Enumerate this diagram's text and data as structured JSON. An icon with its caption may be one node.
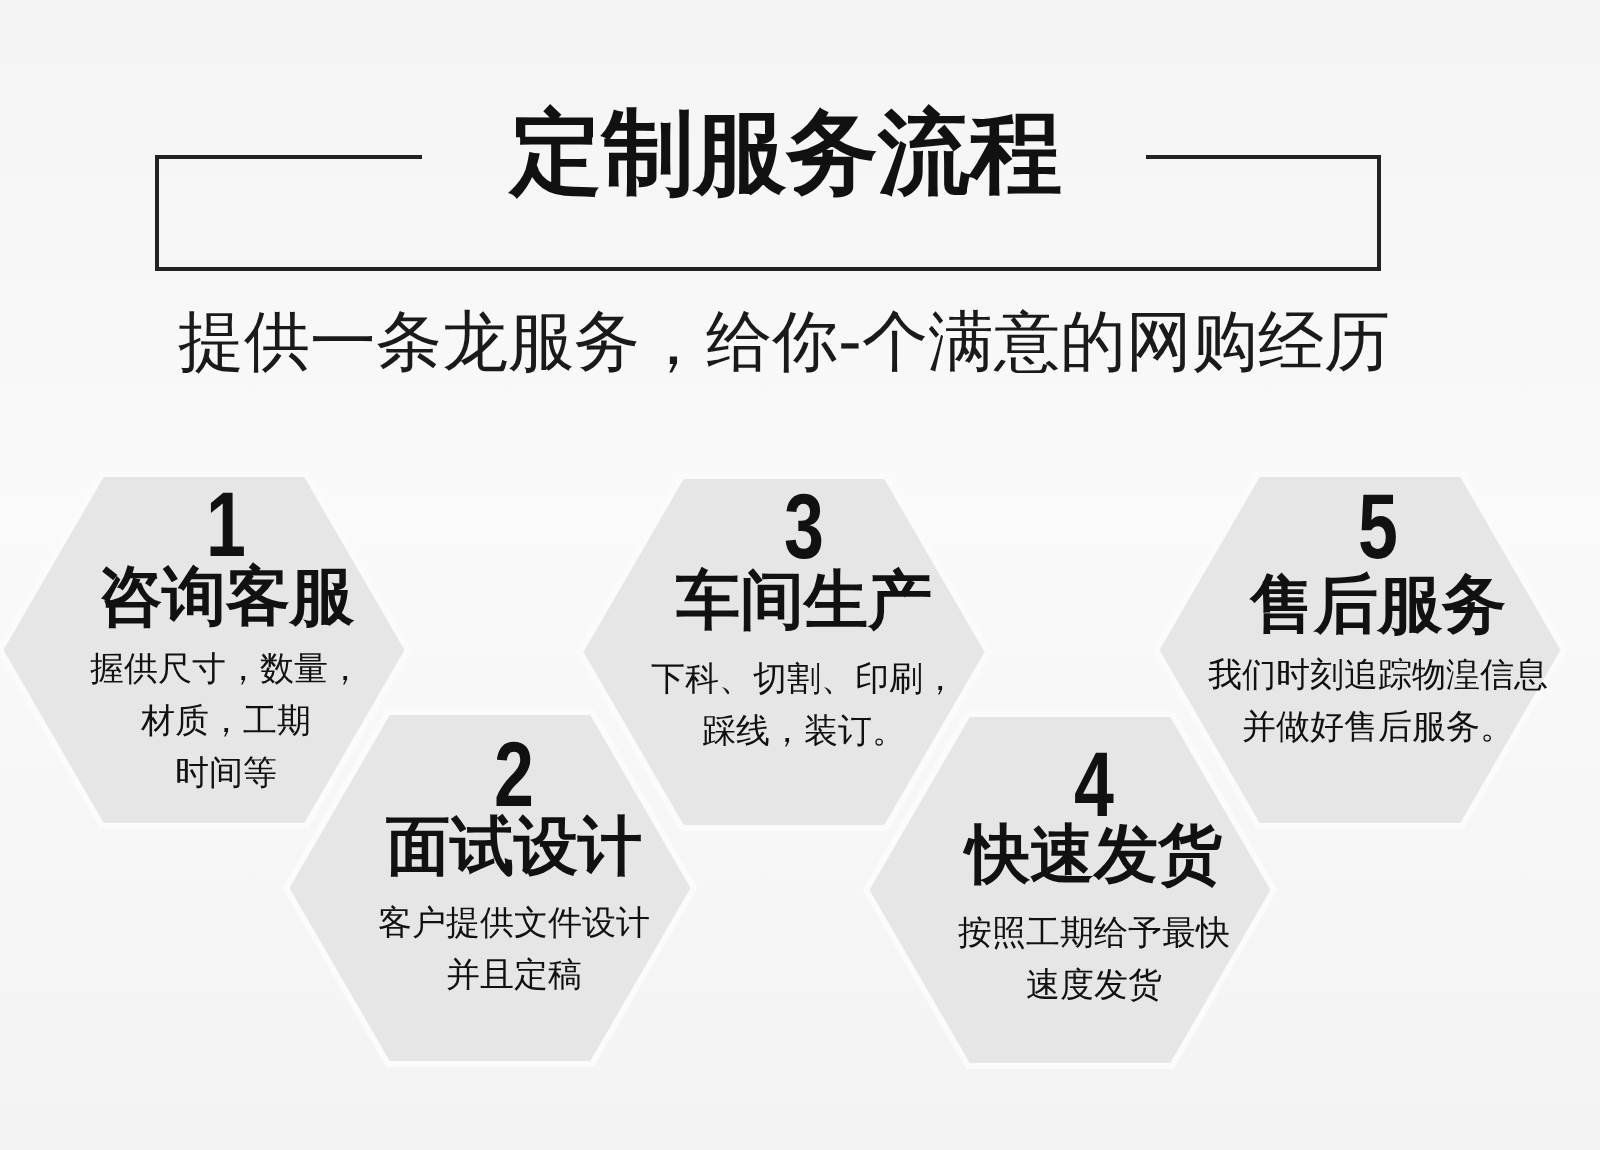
{
  "diagram": {
    "title": "定制服务流程",
    "nodes": [
      {
        "text": [
          "1",
          "咨询客服",
          "握供尺寸，数量，材质，工期时间等"
        ]
      },
      {
        "text": [
          "2",
          "面试设计",
          "客户提供文件设计并且定稿"
        ]
      },
      {
        "text": [
          "3",
          "车间生产",
          "下科、切割、印刷，踩线，装订。"
        ]
      },
      {
        "text": [
          "4",
          "快速发货",
          "按照工期给予最快速度发货"
        ]
      },
      {
        "text": [
          "5",
          "售后服务",
          "我们时刻追踪物湟信息并做好售后服务。"
        ]
      }
    ],
    "labels": [
      "提供一条龙服务，给你-个满意的网购经历"
    ]
  }
}
